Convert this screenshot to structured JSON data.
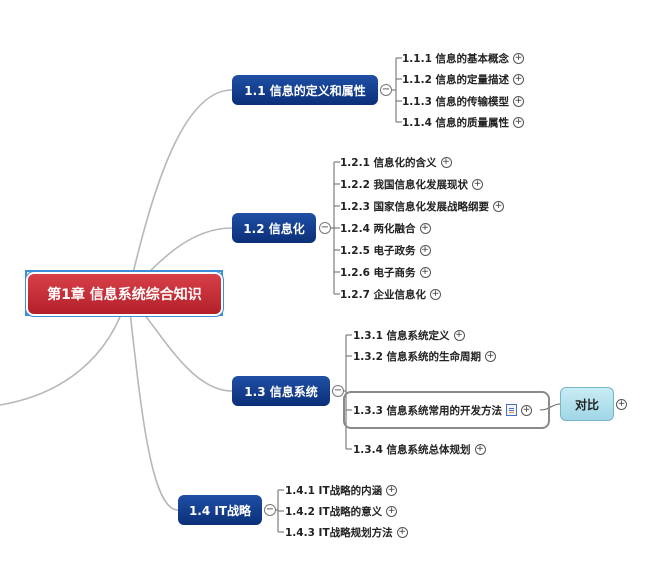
{
  "root": {
    "label": "第1章 信息系统综合知识"
  },
  "branches": [
    {
      "label": "1.1 信息的定义和属性",
      "children": [
        "1.1.1 信息的基本概念",
        "1.1.2 信息的定量描述",
        "1.1.3 信息的传输模型",
        "1.1.4 信息的质量属性"
      ]
    },
    {
      "label": "1.2 信息化",
      "children": [
        "1.2.1 信息化的含义",
        "1.2.2 我国信息化发展现状",
        "1.2.3 国家信息化发展战略纲要",
        "1.2.4 两化融合",
        "1.2.5 电子政务",
        "1.2.6 电子商务",
        "1.2.7 企业信息化"
      ]
    },
    {
      "label": "1.3 信息系统",
      "children": [
        "1.3.1 信息系统定义",
        "1.3.2 信息系统的生命周期",
        "1.3.3 信息系统常用的开发方法",
        "1.3.4 信息系统总体规划"
      ]
    },
    {
      "label": "1.4 IT战略",
      "children": [
        "1.4.1 IT战略的内涵",
        "1.4.2 IT战略的意义",
        "1.4.3 IT战略规划方法"
      ]
    }
  ],
  "callout": {
    "label": "对比"
  },
  "icons": {
    "expand": "+",
    "collapse": "−",
    "note": "note-icon"
  }
}
